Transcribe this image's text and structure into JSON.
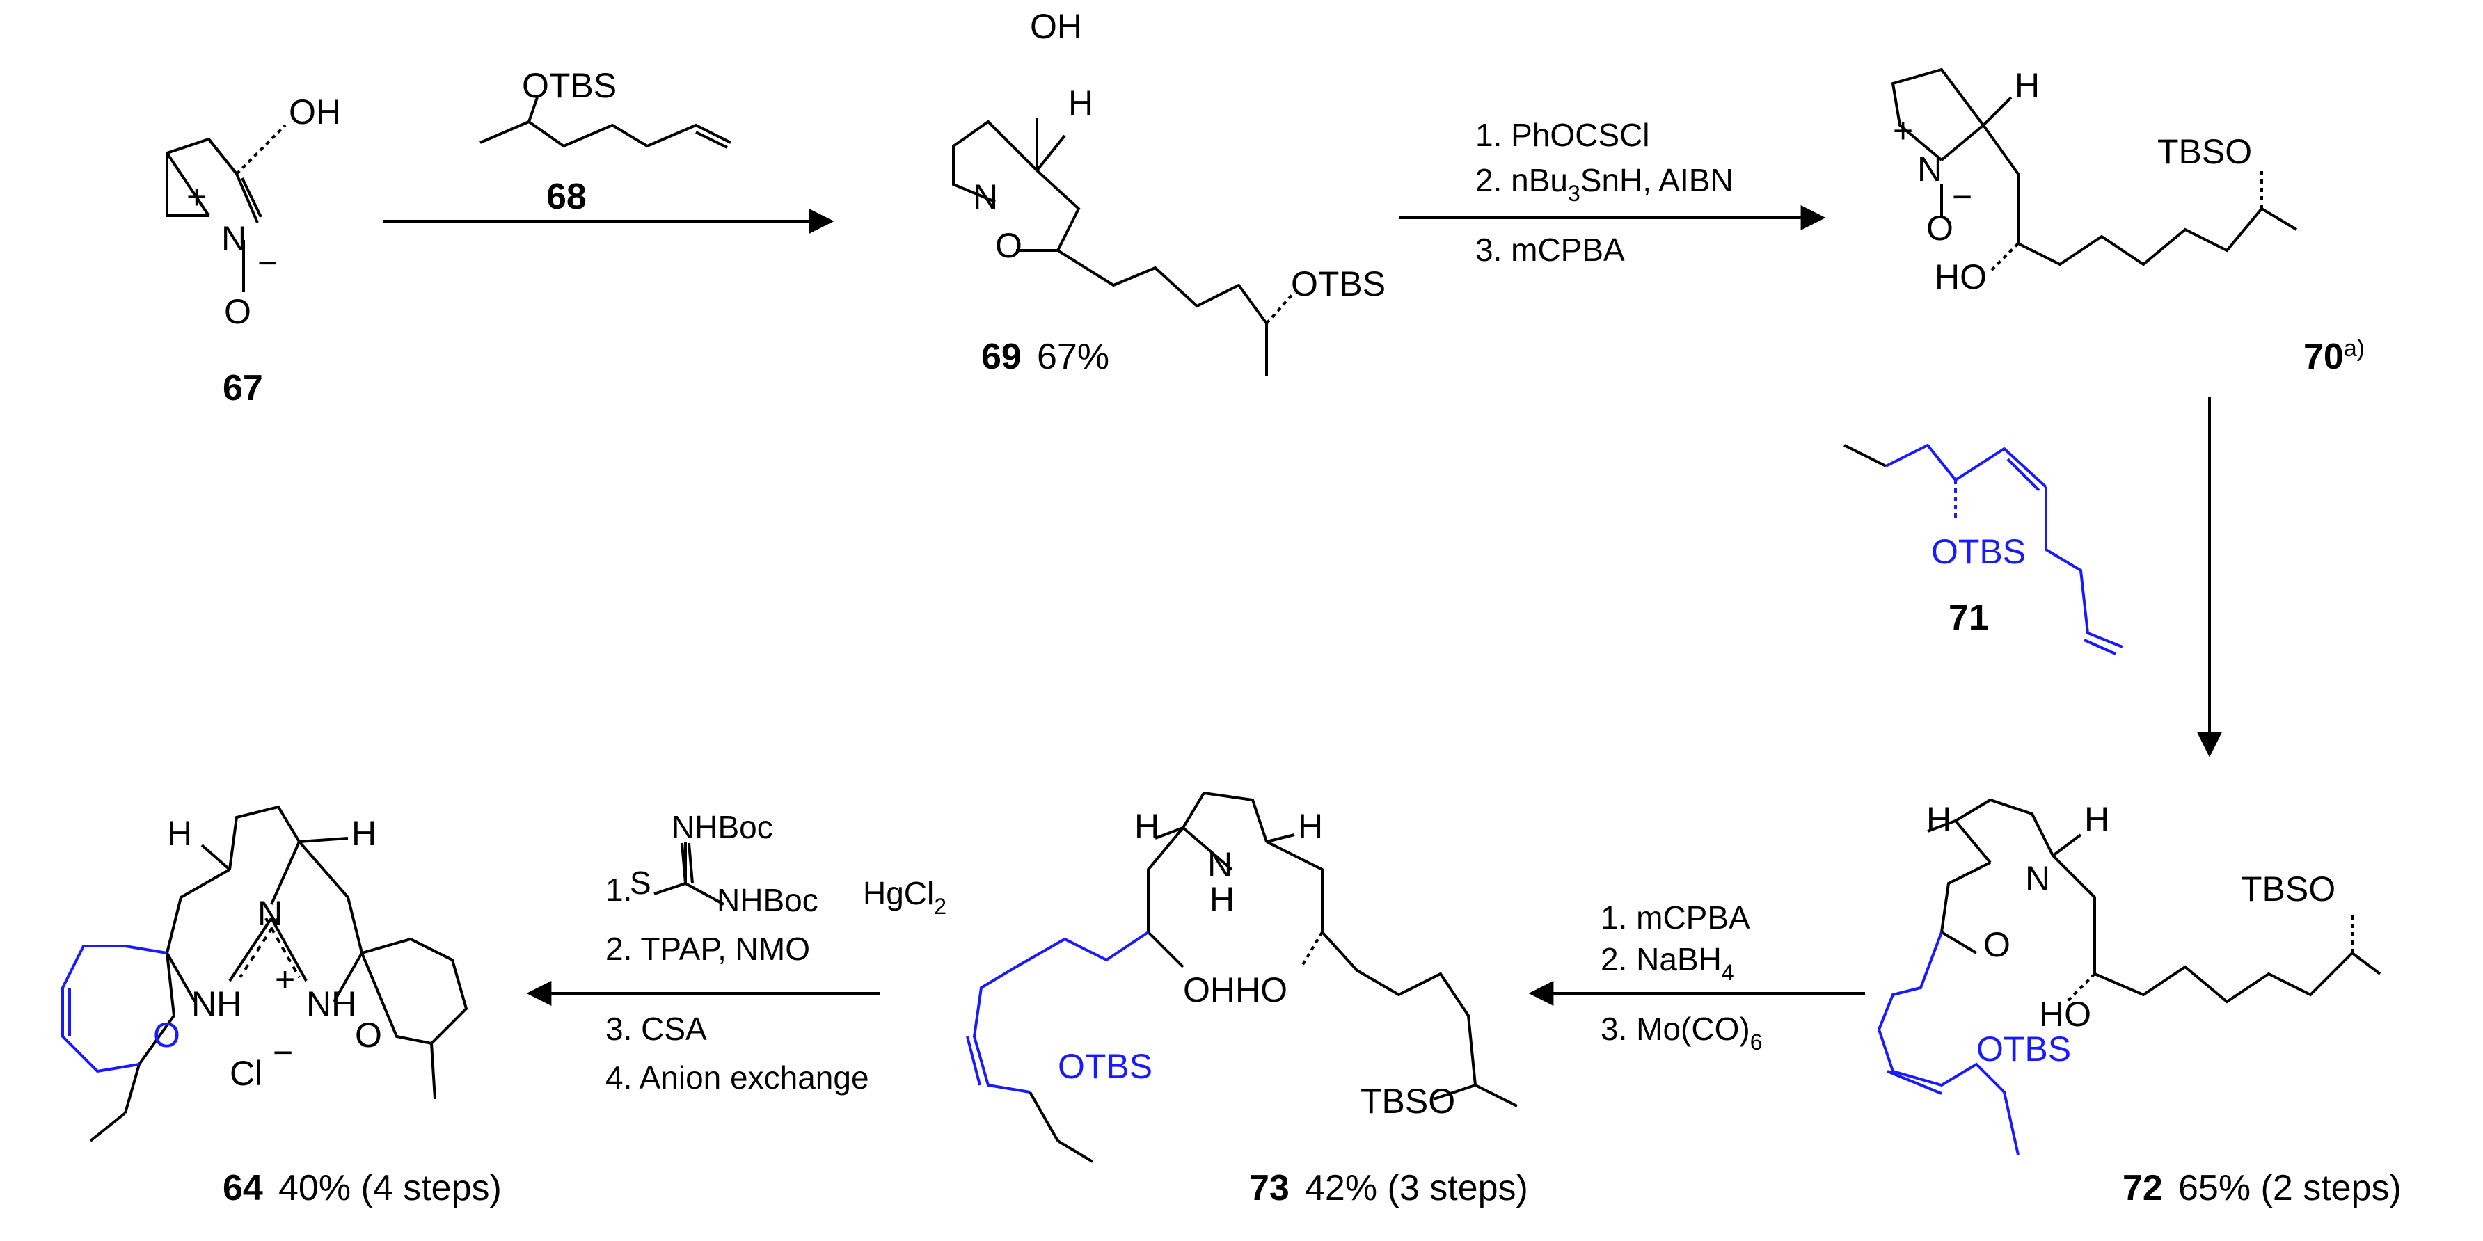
{
  "colors": {
    "ink": "#000000",
    "highlight": "#1a1aff"
  },
  "compounds": {
    "c67": {
      "number": "67"
    },
    "c68": {
      "number": "68",
      "group": "OTBS"
    },
    "c69": {
      "number": "69",
      "yield": "67%"
    },
    "c70": {
      "number": "70",
      "note": "a)"
    },
    "c71": {
      "number": "71"
    },
    "c72": {
      "number": "72",
      "yield": "65% (2 steps)"
    },
    "c73": {
      "number": "73",
      "yield": "42% (3 steps)"
    },
    "c64": {
      "number": "64",
      "yield": "40% (4 steps)"
    }
  },
  "steps": {
    "s2": {
      "r1": "1. PhOCSCl",
      "r2": "2. nBu",
      "r2_sub": "3",
      "r2_tail": "SnH, AIBN",
      "r3": "3. mCPBA"
    },
    "s4": {
      "r1": "1. mCPBA",
      "r2": "2. NaBH",
      "r2_sub": "4",
      "r3": "3. Mo(CO)",
      "r3_sub": "6"
    },
    "s5": {
      "r1_num": "1.",
      "thio_a": "NHBoc",
      "thio_b": "NHBoc",
      "thio_s": "S",
      "hg": "HgCl",
      "hg_sub": "2",
      "r2": "2. TPAP, NMO",
      "r3": "3. CSA",
      "r4": "4. Anion exchange"
    }
  },
  "atoms": {
    "OH": "OH",
    "O": "O",
    "N": "N",
    "H": "H",
    "HO": "HO",
    "OTBS": "OTBS",
    "TBSO": "TBSO",
    "NH": "NH",
    "Cl": "Cl",
    "plus": "+",
    "minus": "−",
    "OHHO": "OHHO"
  }
}
